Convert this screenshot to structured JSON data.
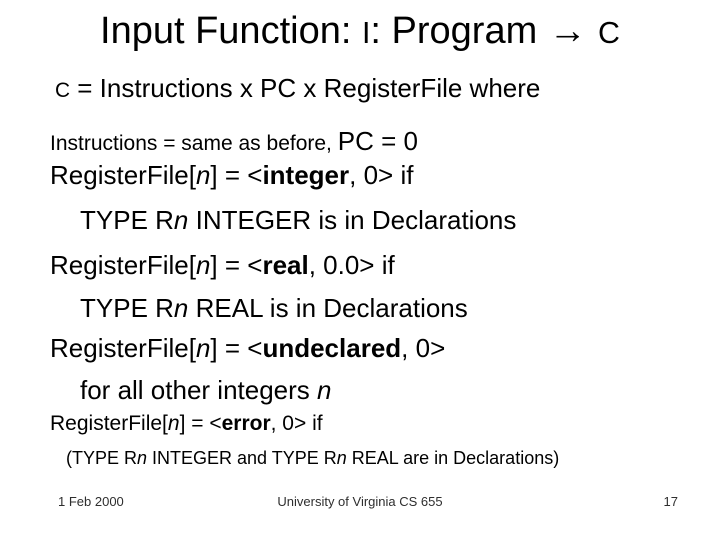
{
  "title": {
    "part1": "Input Function: ",
    "func_symbol": "I",
    "part2": ": Program",
    "arrow": "→",
    "result_symbol": "C"
  },
  "body": {
    "line1": {
      "c": "C",
      "rest": " = Instructions x PC x RegisterFile where"
    },
    "line2": {
      "small": "Instructions = same as before, ",
      "big": "PC = 0"
    },
    "line3": {
      "a": "RegisterFile[",
      "n": "n",
      "b": "] = <",
      "bold": "integer",
      "c": ", 0> if"
    },
    "line4": {
      "a": "TYPE R",
      "n": "n",
      "b": " INTEGER is in Declarations"
    },
    "line5": {
      "a": "RegisterFile[",
      "n": "n",
      "b": "] = <",
      "bold": "real",
      "c": ", 0.0> if"
    },
    "line6": {
      "a": "TYPE R",
      "n": "n",
      "b": " REAL is in Declarations"
    },
    "line7": {
      "a": "RegisterFile[",
      "n": "n",
      "b": "] = <",
      "bold": "undeclared",
      "c": ", 0>"
    },
    "line8": {
      "a": "for all other integers ",
      "n": "n"
    },
    "line9": {
      "a": "RegisterFile[",
      "n": "n",
      "b": "] = <",
      "bold": "error",
      "c": ", 0> if"
    },
    "line10": {
      "a": "(TYPE R",
      "n1": "n",
      "b": " INTEGER and TYPE R",
      "n2": "n",
      "c": " REAL are in Declarations)"
    }
  },
  "footer": {
    "date": "1 Feb 2000",
    "center": "University of Virginia CS 655",
    "page": "17"
  },
  "colors": {
    "background": "#ffffff",
    "text": "#000000"
  }
}
